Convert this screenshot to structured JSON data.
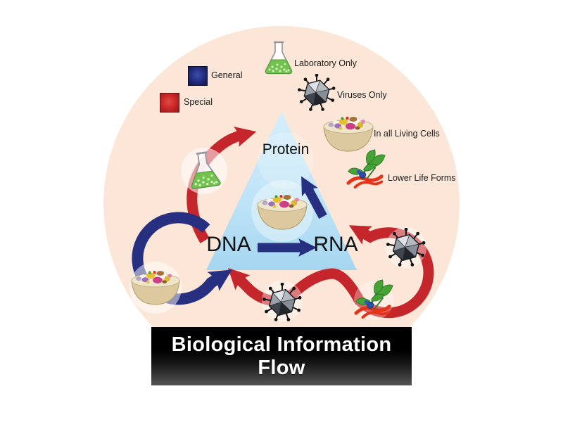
{
  "title": {
    "line1": "Biological Information",
    "line2": "Flow"
  },
  "nodes": {
    "dna": "DNA",
    "rna": "RNA",
    "protein": "Protein"
  },
  "legend": {
    "general": {
      "label": "General",
      "color": "#272f80"
    },
    "special": {
      "label": "Special",
      "color": "#c5262b"
    },
    "icons": [
      {
        "icon": "flask-icon",
        "label": "Laboratory Only"
      },
      {
        "icon": "virus-icon",
        "label": "Viruses Only"
      },
      {
        "icon": "cell-icon",
        "label": "In all Living Cells"
      },
      {
        "icon": "plant-icon",
        "label": "Lower Life Forms"
      }
    ]
  },
  "colors": {
    "page_background": "#ffffff",
    "circle_background": "#fce6d7",
    "triangle_top": "#d2ecfa",
    "triangle_bottom": "#a5d6f0",
    "general_arrow": "#272f80",
    "special_arrow": "#c5262b",
    "title_background": "#000000",
    "title_text": "#ffffff"
  },
  "flows": {
    "general": [
      {
        "from": "DNA",
        "to": "DNA",
        "icon_on_arrow": "cell-icon"
      },
      {
        "from": "DNA",
        "to": "RNA",
        "icon_on_arrow": ""
      },
      {
        "from": "RNA",
        "to": "Protein",
        "icon_on_arrow": "cell-icon"
      }
    ],
    "special": [
      {
        "from": "DNA",
        "to": "Protein",
        "icon_on_arrow": "flask-icon"
      },
      {
        "from": "RNA",
        "to": "DNA",
        "icon_on_arrow": "virus-icon"
      },
      {
        "from": "RNA",
        "to": "RNA",
        "icon_on_arrow": "virus-icon, plant-icon"
      }
    ]
  }
}
